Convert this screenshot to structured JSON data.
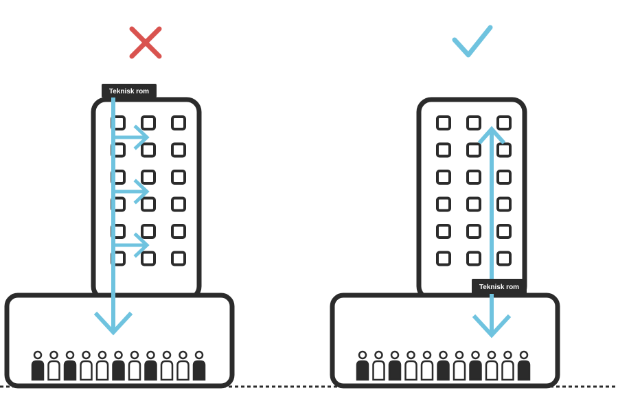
{
  "colors": {
    "outline": "#2b2b2b",
    "flow": "#6fc3df",
    "wrong": "#d9534f",
    "correct": "#6fc3df",
    "label_bg": "#2b2b2b",
    "label_text": "#ffffff",
    "person_filled": "#2b2b2b",
    "person_empty": "#ffffff"
  },
  "panels": {
    "wrong": {
      "status_icon": "cross-icon",
      "technical_room_label": "Teknisk rom",
      "technical_room_position": "top"
    },
    "correct": {
      "status_icon": "checkmark-icon",
      "technical_room_label": "Teknisk rom",
      "technical_room_position": "bottom"
    }
  },
  "tower": {
    "window_rows": 6,
    "window_columns": 3
  },
  "people": {
    "count": 11,
    "pattern": [
      "filled",
      "empty",
      "filled",
      "empty",
      "empty",
      "filled",
      "empty",
      "filled",
      "empty",
      "empty",
      "filled"
    ]
  }
}
